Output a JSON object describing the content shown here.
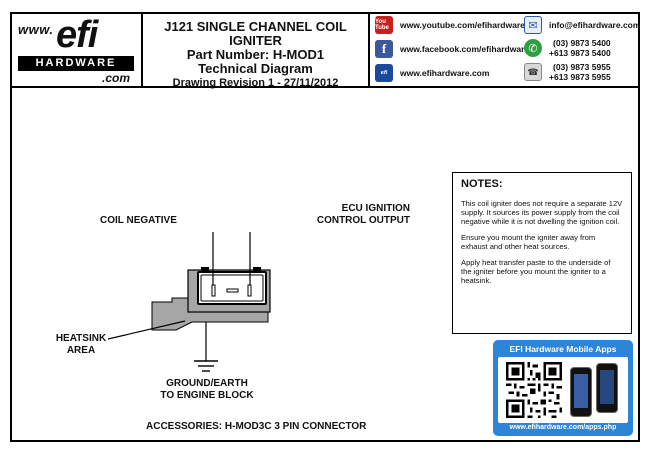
{
  "logo": {
    "www": "www.",
    "efi": "efi",
    "bar": "HARDWARE",
    "com": ".com"
  },
  "title": {
    "line1": "J121 SINGLE CHANNEL COIL IGNITER",
    "line2": "Part Number: H-MOD1",
    "line3": "Technical Diagram",
    "line4": "Drawing Revision 1 - 27/11/2012"
  },
  "contacts": {
    "youtube": "www.youtube.com/efihardware",
    "youtube_icon": "You Tube",
    "facebook": "www.facebook.com/efihardware",
    "facebook_icon": "f",
    "website": "www.efihardware.com",
    "website_icon": "efi",
    "email": "info@efihardware.com",
    "phone1": "(03) 9873 5400",
    "phone2": "+613 9873 5400",
    "fax1": "(03) 9873 5955",
    "fax2": "+613 9873 5955"
  },
  "diagram": {
    "coil_negative": "COIL NEGATIVE",
    "ecu_line1": "ECU IGNITION",
    "ecu_line2": "CONTROL OUTPUT",
    "heatsink_line1": "HEATSINK",
    "heatsink_line2": "AREA",
    "ground_line1": "GROUND/EARTH",
    "ground_line2": "TO ENGINE BLOCK",
    "accessories": "ACCESSORIES: H-MOD3C 3 PIN CONNECTOR"
  },
  "notes": {
    "title": "NOTES:",
    "p1": "This coil igniter does not require a separate 12V supply. It sources its power supply from the coil negative while it is not dwelling the ignition coil.",
    "p2": "Ensure you mount the igniter away from exhaust and other heat sources.",
    "p3": "Apply heat transfer paste to the underside of the igniter before you mount the igniter to a heatsink."
  },
  "apps": {
    "title": "EFI Hardware Mobile Apps",
    "url": "www.efihardware.com/apps.php"
  },
  "colors": {
    "youtube": "#c8201b",
    "facebook": "#3b5998",
    "apps_panel": "#2c85d6",
    "heatsink": "#a6a6a6"
  }
}
